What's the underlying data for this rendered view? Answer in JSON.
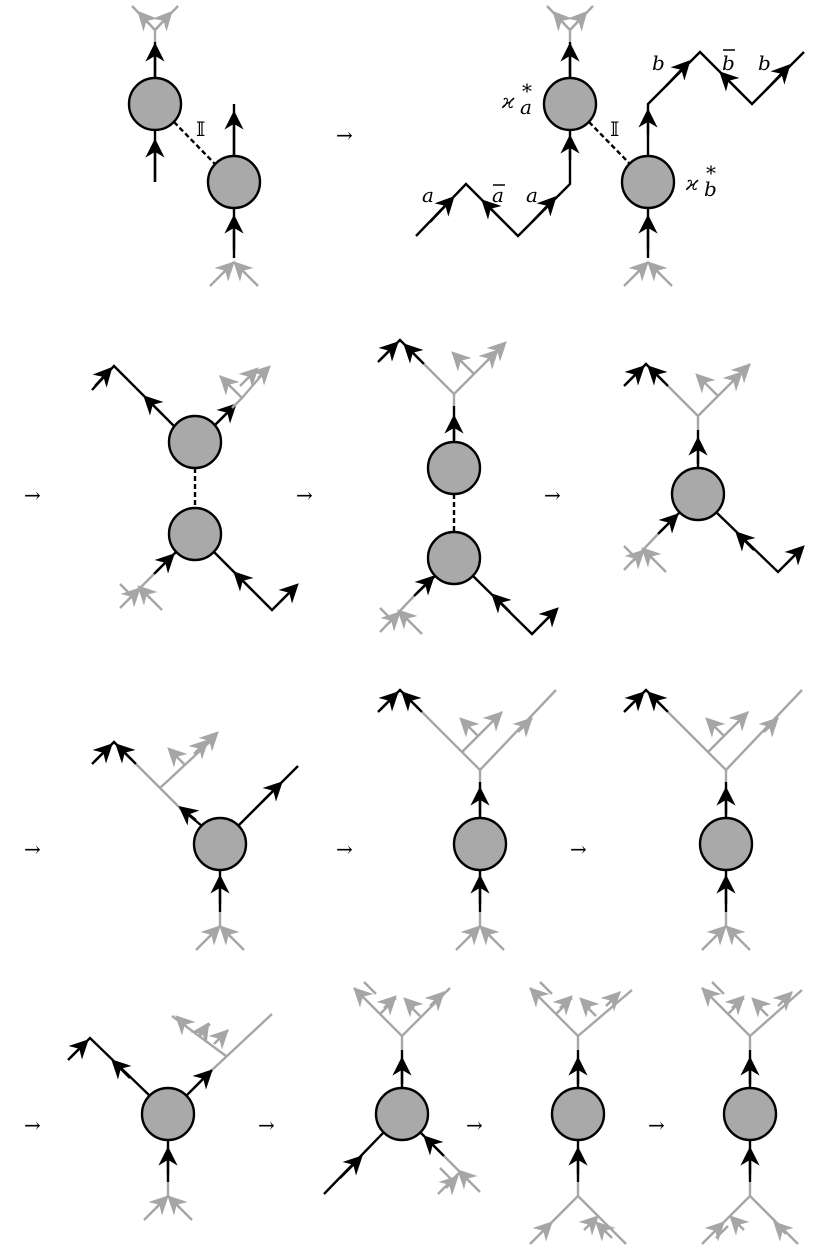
{
  "labels": {
    "identity": "𝕀",
    "a": "a",
    "a_bar": "a",
    "b": "b",
    "b_bar": "b",
    "kappa_a": "ϰ",
    "kappa_a_sub": "a",
    "kappa_b": "ϰ",
    "kappa_b_sub": "b",
    "star": "*"
  },
  "arrow_symbol": "→",
  "colors": {
    "line": "#000000",
    "grey_line": "#a6a6a6",
    "vertex_fill": "#a9a9a9"
  }
}
